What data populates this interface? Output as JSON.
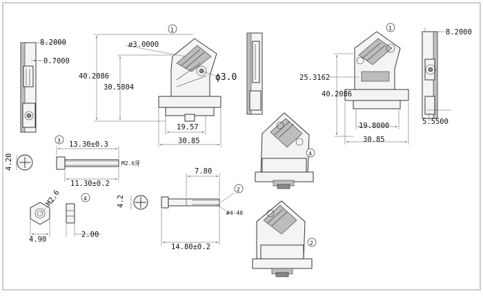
{
  "dimensions": {
    "side_view_width": "8.2000",
    "side_view_offset": "0.7000",
    "hole_dia": "ø3.0000",
    "hole_callout": "ϕ3.0",
    "height_total": "40.2086",
    "height_body": "30.5804",
    "base_width": "19.57",
    "total_width": "30.85",
    "screw_length": "13.30±0.3",
    "screw_thread_length": "11.30±0.2",
    "screw_thread": "M2.6牙",
    "screw_head_dia": "4.20",
    "nut_thread": "M2.6",
    "nut_across_flats": "4.90",
    "nut_thickness": "2.00",
    "pin_head_to_slot": "7.80",
    "pin_total_length": "14.80±0.2",
    "pin_head_dia": "4.2",
    "pin_thread": "#4-40",
    "right_height_total": "40.2086",
    "right_height_body": "25.3162",
    "right_base_width": "19.8000",
    "right_total_width": "30.85",
    "right_side_width": "8.2000",
    "right_side_offset": "5.5500"
  },
  "balloons": {
    "b1_left": "1",
    "b1_right": "1",
    "b2_pin": "2",
    "b2_iso": "2",
    "b3_screw": "3",
    "b4_nut": "4",
    "b4_iso": "4"
  }
}
